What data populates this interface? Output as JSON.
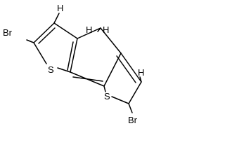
{
  "molecule": {
    "atoms": {
      "br_left": "Br",
      "br_right": "Br",
      "s_left": "S",
      "s_right": "S",
      "h_top_left": "H",
      "h_ch2_left": "H",
      "h_ch2_right": "H",
      "h_right": "H"
    }
  }
}
